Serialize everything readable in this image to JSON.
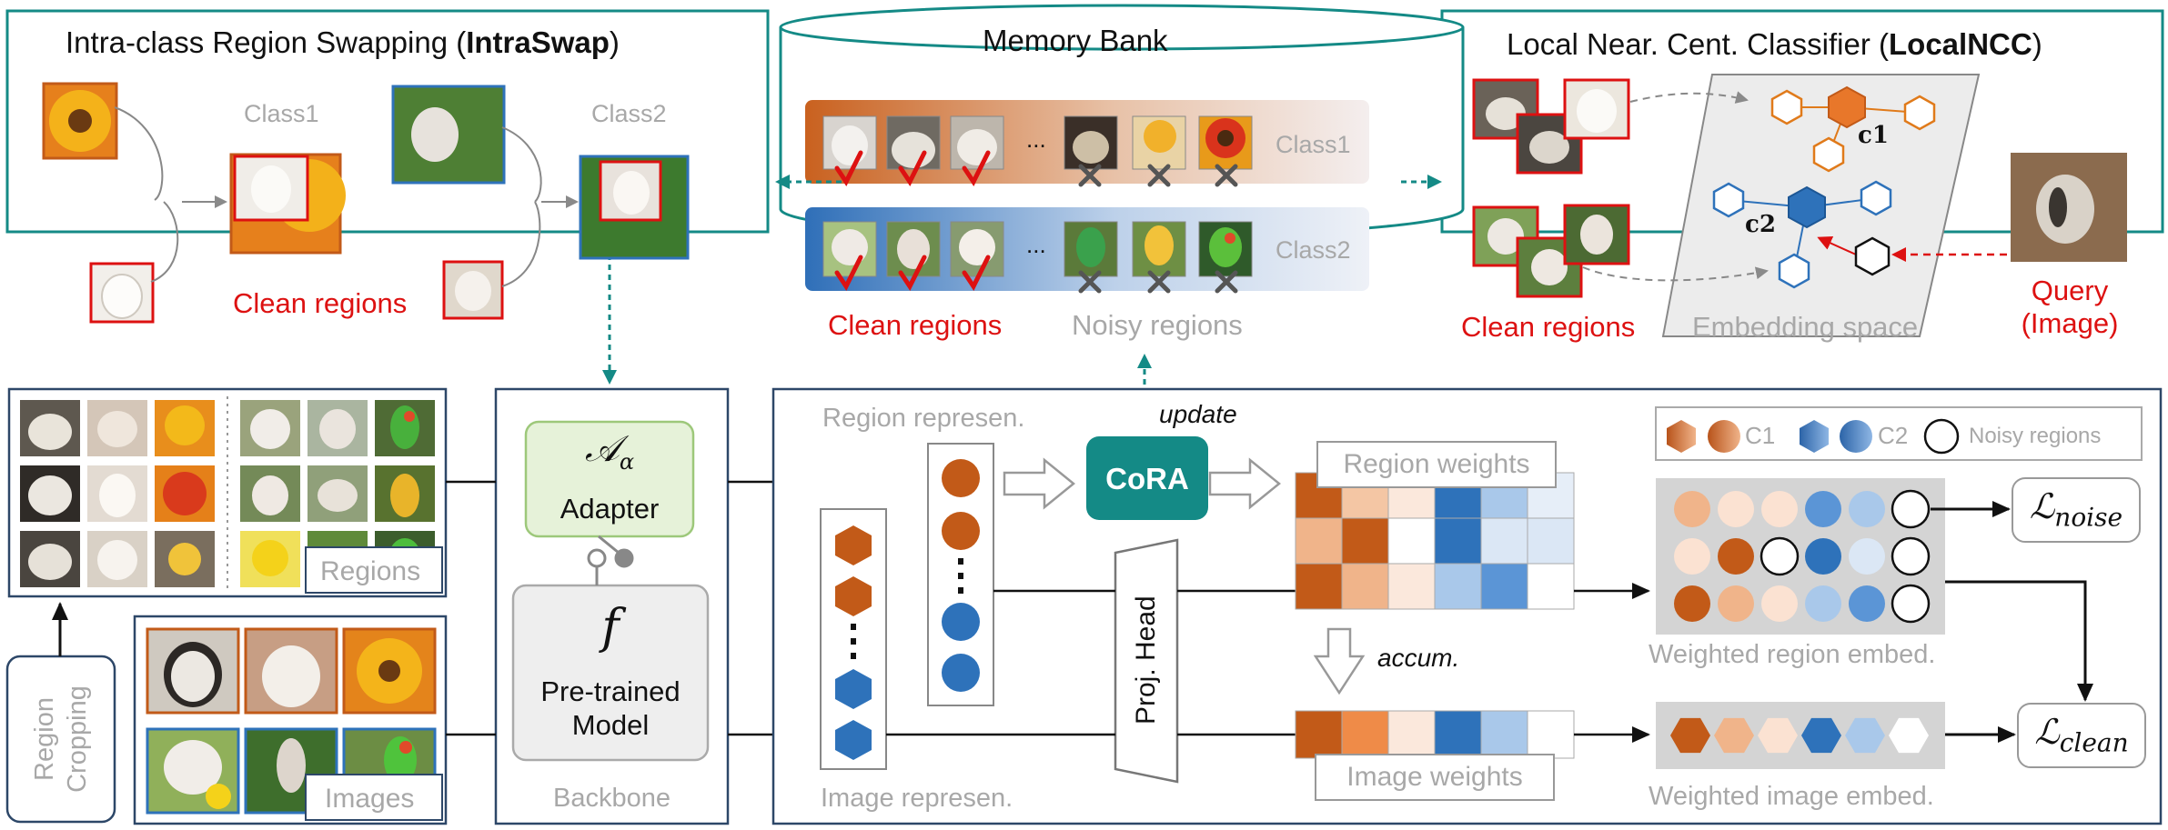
{
  "intraswap": {
    "title": "Intra-class Region Swapping (",
    "title_bold": "IntraSwap",
    "title_end": ")",
    "class1": "Class1",
    "class2": "Class2",
    "clean_regions": "Clean regions"
  },
  "memory_bank": {
    "title": "Memory Bank",
    "class1": "Class1",
    "class2": "Class2",
    "ellipsis": "...",
    "clean_regions": "Clean regions",
    "noisy_regions": "Noisy regions"
  },
  "localncc": {
    "title": "Local Near. Cent. Classifier (",
    "title_bold": "LocalNCC",
    "title_end": ")",
    "c1": "c1",
    "c2": "c2",
    "clean_regions": "Clean regions",
    "embedding_space": "Embedding space",
    "query_line1": "Query",
    "query_line2": "(Image)"
  },
  "inputs": {
    "regions": "Regions",
    "images": "Images",
    "region_cropping_line1": "Region",
    "region_cropping_line2": "Cropping"
  },
  "backbone": {
    "adapter_symbol": "𝒜",
    "adapter_sub": "α",
    "adapter_label": "Adapter",
    "model_symbol": "f",
    "model_line1": "Pre-trained",
    "model_line2": "Model",
    "label": "Backbone"
  },
  "pipeline": {
    "region_represen": "Region represen.",
    "image_represen": "Image represen.",
    "update": "update",
    "cora": "CoRA",
    "region_weights": "Region weights",
    "image_weights": "Image weights",
    "accum": "accum.",
    "proj_head": "Proj. Head",
    "legend_c1": "C1",
    "legend_c2": "C2",
    "legend_noisy": "Noisy regions",
    "weighted_region_embed": "Weighted region embed.",
    "weighted_image_embed": "Weighted image embed.",
    "loss_noise_symbol": "ℒ",
    "loss_noise_sub": "noise",
    "loss_clean_symbol": "ℒ",
    "loss_clean_sub": "clean"
  },
  "colors": {
    "teal": "#148a86",
    "class1_dark": "#c25a18",
    "class1_light": "#f0b990",
    "class2_dark": "#2e72ba",
    "class2_light": "#a9c8ea",
    "clean_red": "#dd1111",
    "navy": "#2d4768"
  }
}
